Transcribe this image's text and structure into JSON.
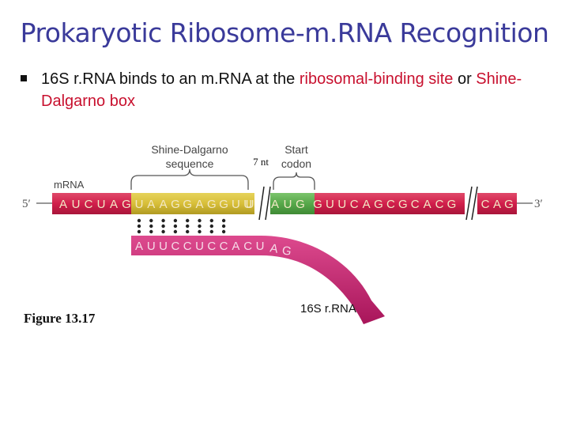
{
  "slide": {
    "title": "Prokaryotic Ribosome-m.RNA Recognition",
    "bullet": {
      "part1": "16S r.RNA binds to an m.RNA at the ",
      "highlight1": "ribosomal-binding site",
      "part2": " or ",
      "highlight2": "Shine-Dalgarno box"
    }
  },
  "figure": {
    "caption": "Figure 13.17",
    "labels": {
      "shine_dalgarno_line1": "Shine-Dalgarno",
      "shine_dalgarno_line2": "sequence",
      "start_line1": "Start",
      "start_line2": "codon",
      "spacer": "7 nt",
      "mrna": "mRNA",
      "five_prime": "5′",
      "three_prime": "3′",
      "rrna": "16S r.RNA"
    },
    "mrna": {
      "lead": [
        "A",
        "U",
        "C",
        "U",
        "A",
        "G"
      ],
      "sd": [
        "U",
        "A",
        "A",
        "G",
        "G",
        "A",
        "G",
        "G",
        "U",
        "U"
      ],
      "spacer_end": [
        "U"
      ],
      "start": [
        "A",
        "U",
        "G"
      ],
      "coding": [
        "G",
        "U",
        "U",
        "C",
        "A",
        "G",
        "C",
        "G",
        "C",
        "A",
        "C",
        "G"
      ],
      "tail": [
        "C",
        "A",
        "G"
      ]
    },
    "rrna_seq": [
      "A",
      "U",
      "U",
      "C",
      "C",
      "U",
      "C",
      "C",
      "A",
      "C",
      "U",
      "A",
      "G"
    ],
    "colors": {
      "mrna_red": "#d11f4b",
      "sd_yellow": "#d8bf3a",
      "start_green": "#57a84a",
      "rrna_magenta": "#c81f6e",
      "title_blue": "#3a3a9a",
      "highlight_red": "#c8102e"
    }
  }
}
